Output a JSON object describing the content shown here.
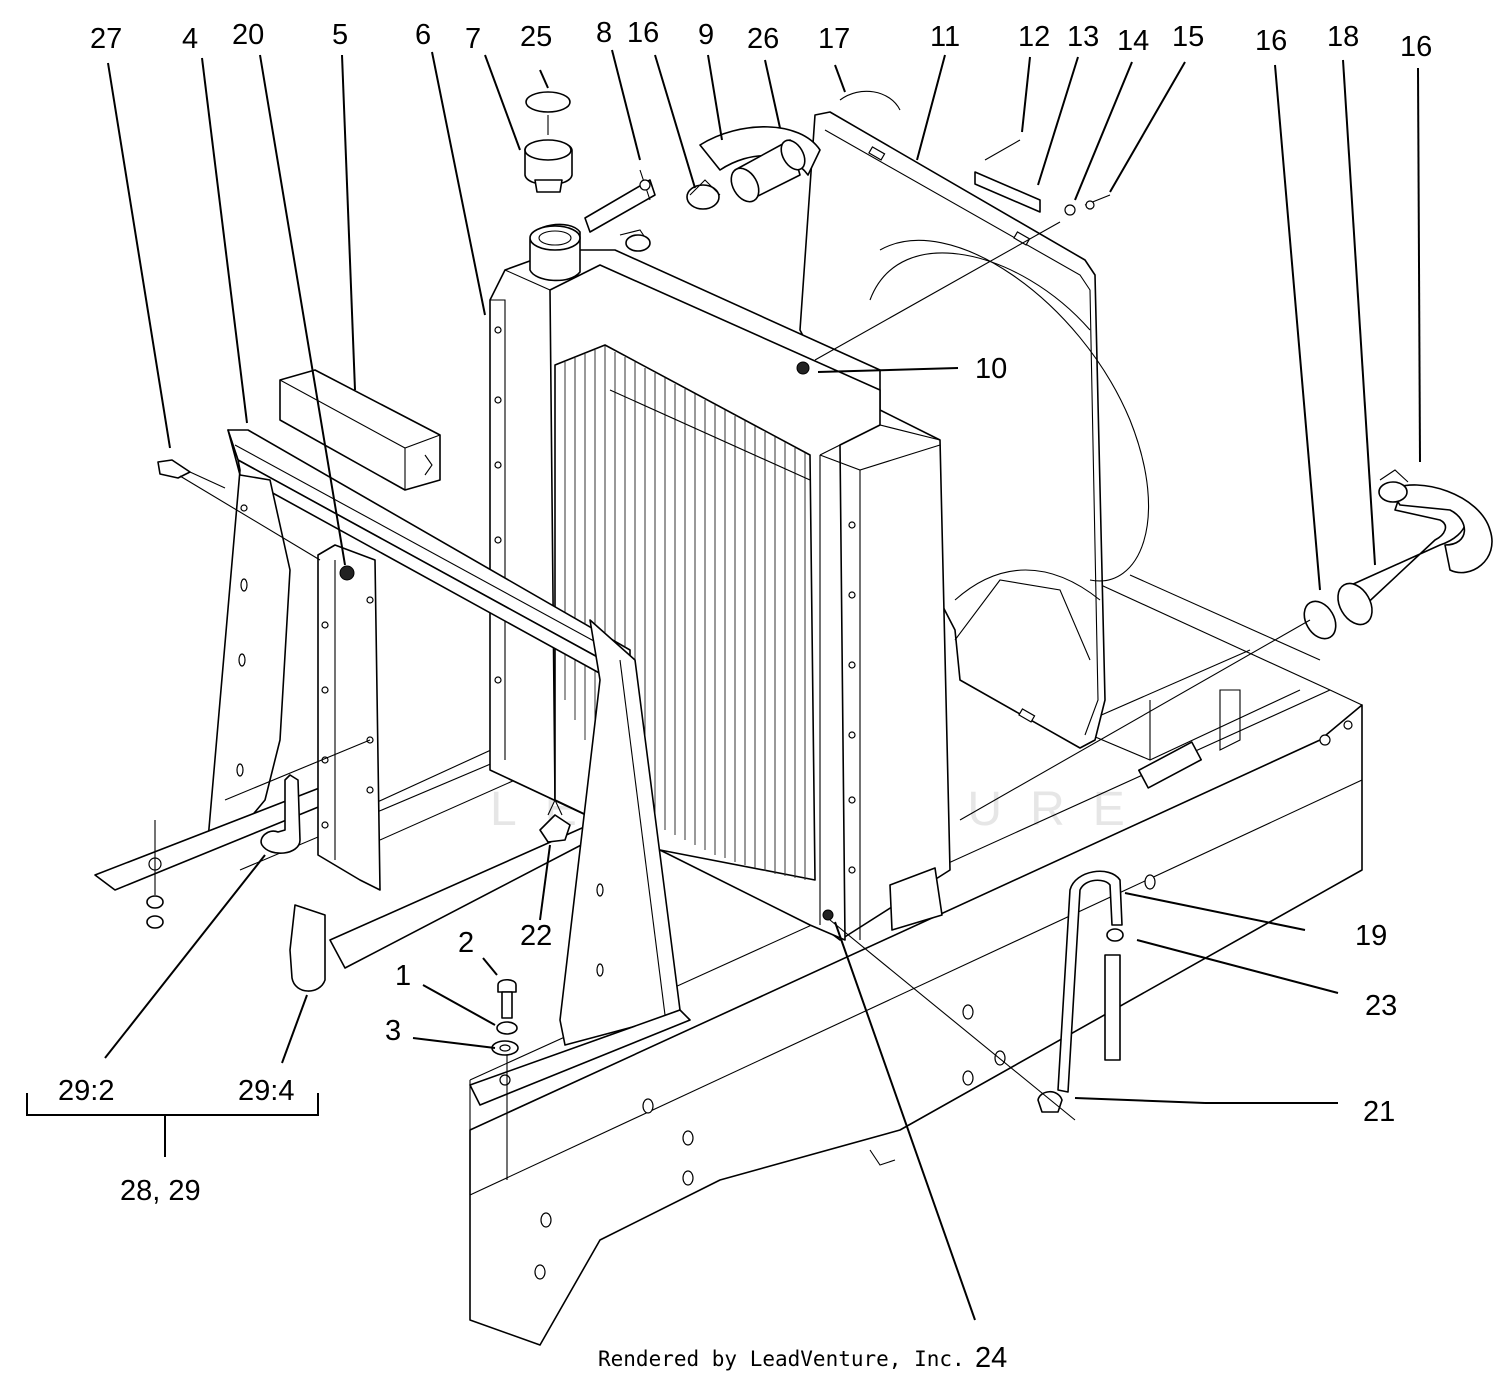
{
  "watermark": "LEADVENTURE",
  "footer": {
    "rendered_by": "Rendered by LeadVenture, Inc."
  },
  "callouts": {
    "c27": "27",
    "c4": "4",
    "c20": "20",
    "c5": "5",
    "c6": "6",
    "c7": "7",
    "c25": "25",
    "c8": "8",
    "c16a": "16",
    "c9": "9",
    "c26": "26",
    "c17": "17",
    "c11": "11",
    "c12": "12",
    "c13": "13",
    "c14": "14",
    "c15": "15",
    "c16b": "16",
    "c18": "18",
    "c16c": "16",
    "c10": "10",
    "c22": "22",
    "c2": "2",
    "c1": "1",
    "c3": "3",
    "c19": "19",
    "c23": "23",
    "c21": "21",
    "c24": "24",
    "c29_2": "29:2",
    "c29_4": "29:4",
    "c28_29": "28, 29"
  },
  "colors": {
    "line": "#000000",
    "background": "#ffffff",
    "watermark": "#e6e6e6"
  }
}
